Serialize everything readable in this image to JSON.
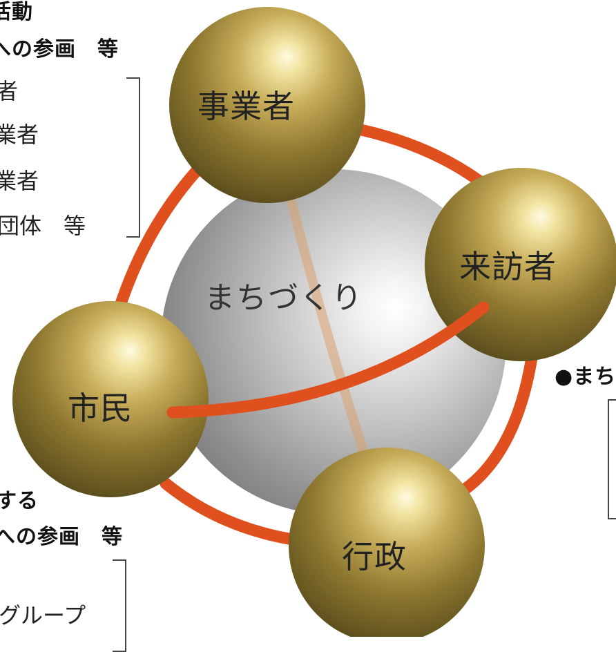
{
  "left_top": {
    "heading_line1": "活動",
    "heading_line2": "への参画　等",
    "items": [
      "者",
      "業者",
      "業者",
      "団体　等"
    ]
  },
  "left_bottom": {
    "heading_line1": "する",
    "heading_line2": "への参画　等",
    "items": [
      "グループ"
    ]
  },
  "right_middle": {
    "heading": "●まち"
  },
  "center": {
    "label": "まちづくり"
  },
  "nodes": {
    "business": "事業者",
    "visitor": "来訪者",
    "citizen": "市民",
    "government": "行政"
  },
  "colors": {
    "connector": "#e0501e",
    "gold_sphere": "#a8913c",
    "silver_sphere": "#b8b8b8"
  }
}
